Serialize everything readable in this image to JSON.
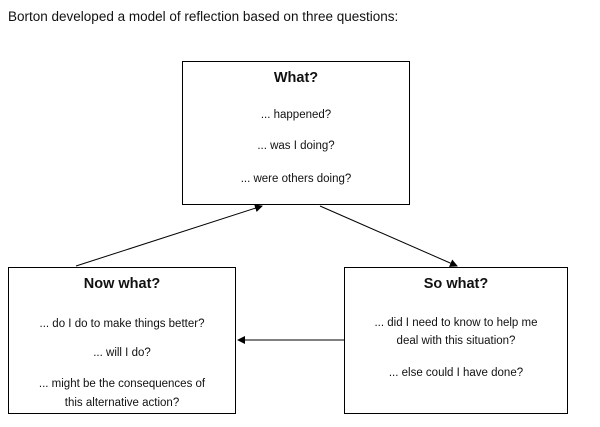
{
  "intro": "Borton developed a model of reflection based on three questions:",
  "boxes": {
    "what": {
      "title": "What?",
      "lines": [
        "... happened?",
        "... was I doing?",
        "... were others doing?"
      ]
    },
    "now_what": {
      "title": "Now what?",
      "lines": [
        "... do I do to make things better?",
        "... will I do?",
        "... might be the consequences of",
        "this alternative action?"
      ]
    },
    "so_what": {
      "title": "So what?",
      "lines": [
        "... did I need to know to help me",
        "deal with this situation?",
        "... else could I have done?"
      ]
    }
  }
}
